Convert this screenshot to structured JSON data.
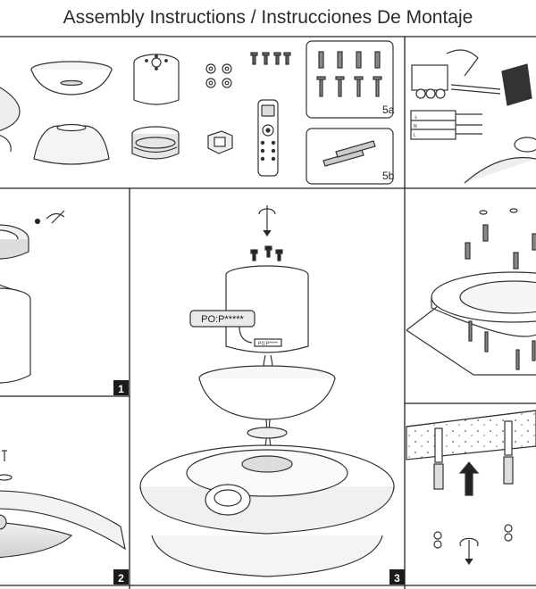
{
  "title": "Assembly Instructions / Instrucciones De Montaje",
  "parts": {
    "pack_5a": "5a",
    "pack_5b": "5b"
  },
  "steps": {
    "step1": "1",
    "step2": "2",
    "step3": "3"
  },
  "step3": {
    "po_label": "PO:P*****",
    "po_small": "PO:P*****"
  },
  "wiring": {
    "terminal_labels": [
      "⏚",
      "N",
      "L"
    ]
  }
}
